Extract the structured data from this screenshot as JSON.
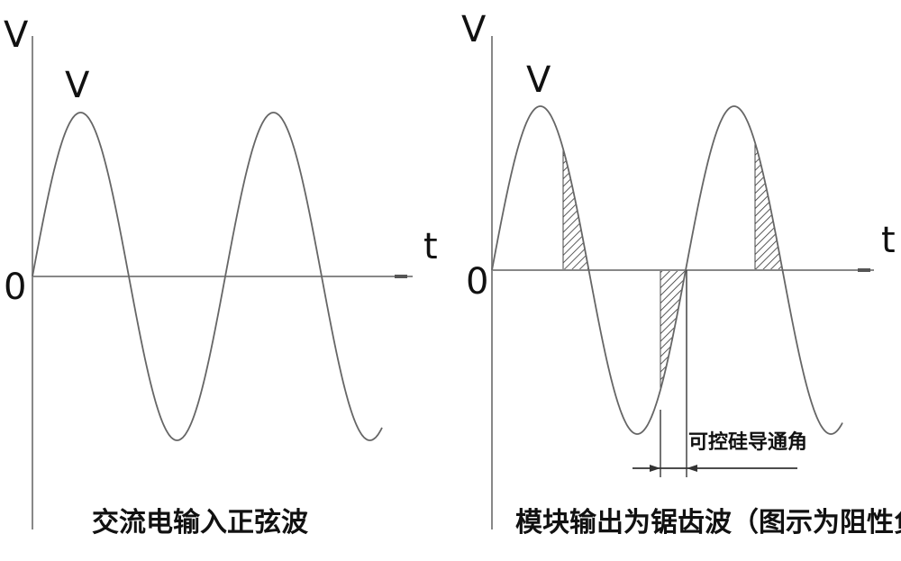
{
  "left_panel": {
    "y_axis_label": "V",
    "peak_label": "V",
    "x_axis_label": "t",
    "origin_label": "0",
    "caption": "交流电输入正弦波"
  },
  "right_panel": {
    "y_axis_label": "V",
    "peak_label": "V",
    "x_axis_label": "t",
    "origin_label": "0",
    "annotation": "可控硅导通角",
    "caption": "模块输出为锯齿波（图示为阻性负载）"
  },
  "colors": {
    "line": "#555555",
    "axis": "#888888",
    "text": "#111111",
    "hatch": "#333333"
  }
}
